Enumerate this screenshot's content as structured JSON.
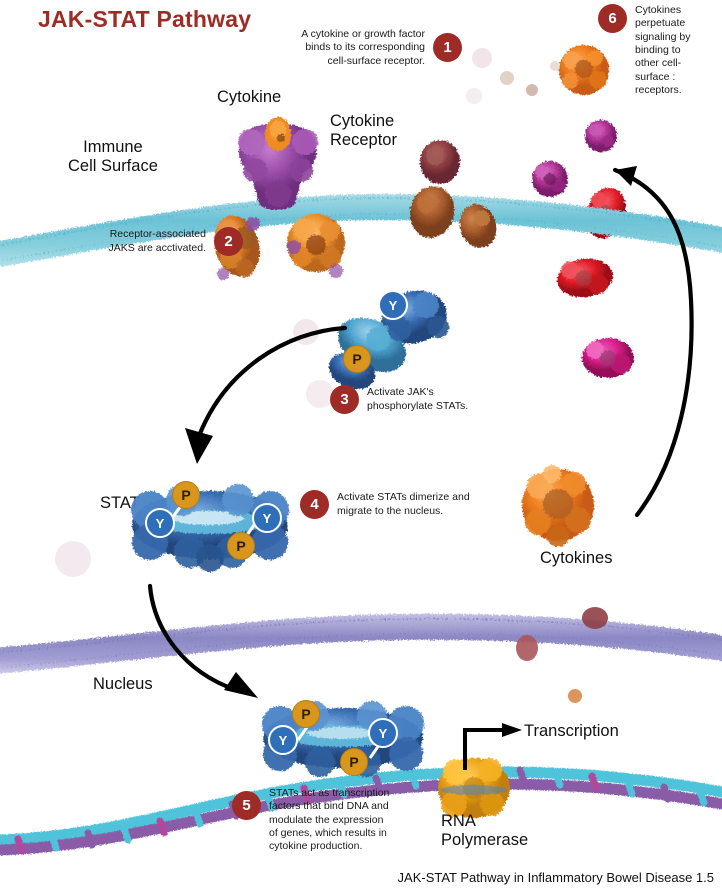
{
  "title": "JAK-STAT Pathway",
  "footer": "JAK-STAT Pathway in Inflammatory Bowel Disease 1.5",
  "colors": {
    "title": "#9e2b25",
    "badge": "#9e2b25",
    "cell_membrane": "#7ec9d8",
    "nuclear_membrane": "#9a97cd",
    "cytokine_receptor": "#9b4ea8",
    "jak": "#e8912f",
    "stat": "#3a6fb5",
    "rna_polymerase": "#f0a81c",
    "phospho_chip": "#d8961c",
    "tyrosine_chip": "#2f6fba",
    "cytokine_orange": "#f07c1e",
    "cytokine_red": "#e8303a",
    "cytokine_magenta": "#d81f8a",
    "dna_teal": "#4fc3d9",
    "dna_purple": "#8a5ca8"
  },
  "labels": {
    "immune_cell_surface": "Immune\nCell Surface",
    "cytokine": "Cytokine",
    "cytokine_receptor": "Cytokine\nReceptor",
    "stat": "STAT",
    "nucleus": "Nucleus",
    "cytokines": "Cytokines",
    "rna_polymerase": "RNA\nPolymerase",
    "transcription": "Transcription"
  },
  "steps": [
    {
      "number": "1",
      "text": "A cytokine or growth factor\nbinds to its corresponding\ncell-surface receptor."
    },
    {
      "number": "2",
      "text": "Receptor-associated\nJAKS are acctivated."
    },
    {
      "number": "3",
      "text": "Activate JAK's\nphosphorylate STATs."
    },
    {
      "number": "4",
      "text": "Activate STATs dimerize and\nmigrate to the nucleus."
    },
    {
      "number": "5",
      "text": "STATs act as transcription\nfactors that bind DNA and\nmodulate the expression\nof genes, which results in\ncytokine production."
    },
    {
      "number": "6",
      "text": "Cytokines\nperpetuate\nsignaling by\nbinding to\nother cell-\nsurface  :\nreceptors."
    }
  ],
  "markers": {
    "phospho": "P",
    "tyrosine": "Y"
  }
}
